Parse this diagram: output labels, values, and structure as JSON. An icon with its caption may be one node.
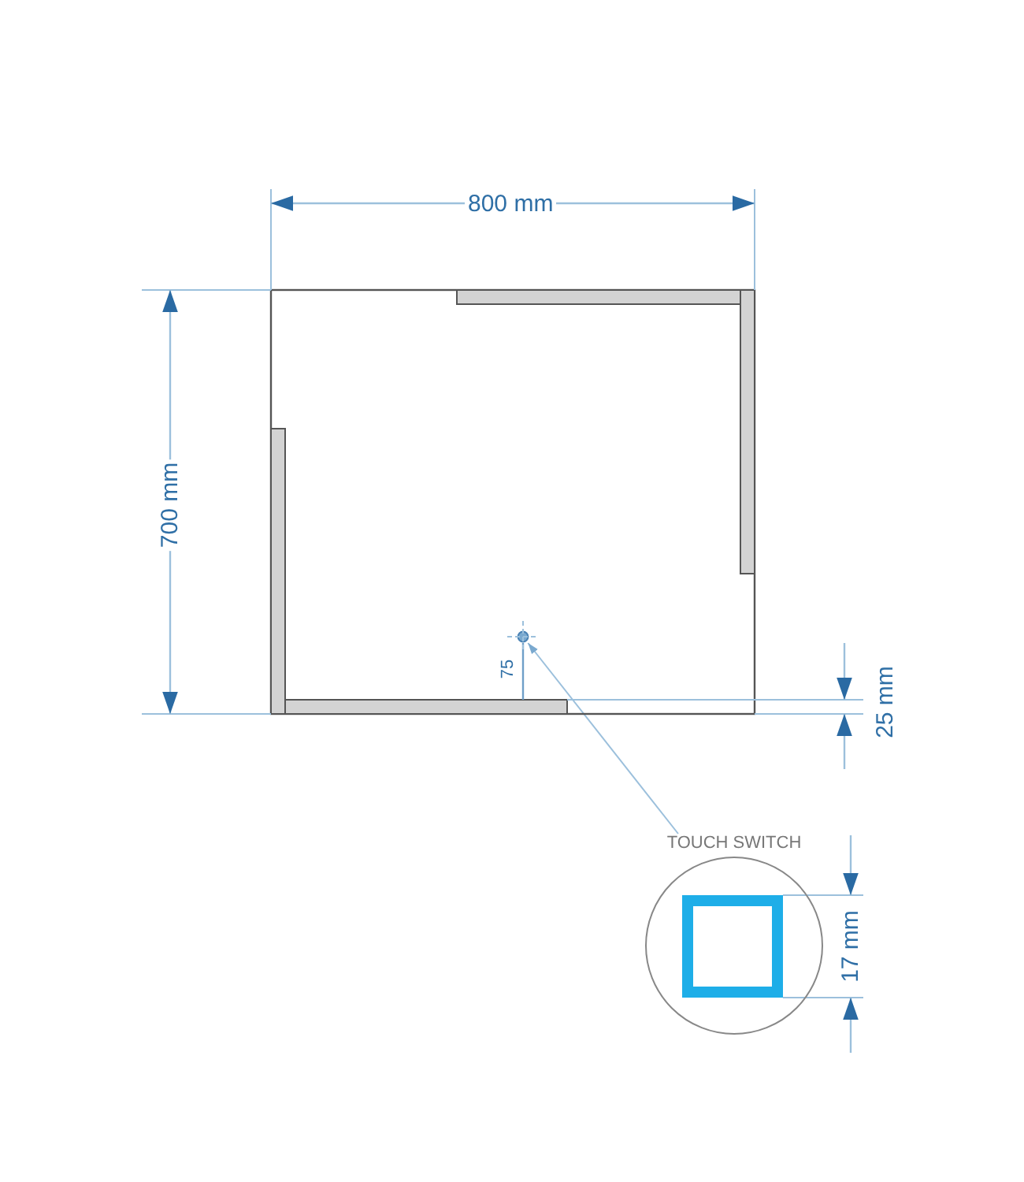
{
  "diagram": {
    "nodes": [
      {
        "text": [
          "TOUCH SWITCH"
        ]
      },
      {
        "text": [],
        "shape": "circle"
      }
    ],
    "edges": [
      {
        "from": 0,
        "to": 1,
        "arrow": "to"
      }
    ],
    "labels": [
      "800 mm",
      "700 mm",
      "75",
      "25 mm",
      "17 mm"
    ]
  }
}
